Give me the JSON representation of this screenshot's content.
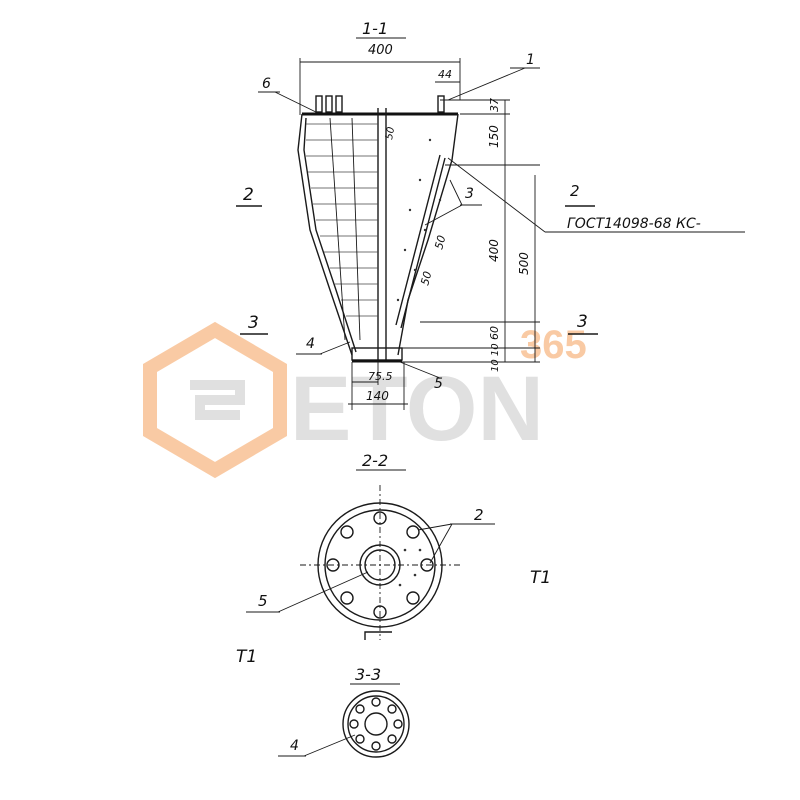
{
  "labels": {
    "section_1_1": "1-1",
    "width_400": "400",
    "dim_44": "44",
    "dim_37": "37",
    "dim_150": "150",
    "dim_400": "400",
    "dim_500": "500",
    "dim_50_top": "50",
    "dim_50": "50",
    "dim_50b": "50",
    "dim_60": "60",
    "dim_10_10": "10 10",
    "dim_75_5": "75.5",
    "dim_140": "140",
    "callout_1": "1",
    "callout_2": "2",
    "callout_2b": "2",
    "callout_3": "3",
    "callout_4": "4",
    "callout_4b": "4",
    "callout_5": "5",
    "callout_5b": "5",
    "callout_6": "6",
    "gost": "ГОСТ14098-68 КС-",
    "cut_2_left": "2",
    "cut_2_right": "2",
    "cut_3_left": "3",
    "cut_3_right": "3",
    "section_2_2": "2-2",
    "section_3_3": "3-3",
    "mark_t1_right": "Т1",
    "mark_t1_left": "Т1"
  },
  "watermark": {
    "brand": "ETON",
    "number": "365",
    "color_orange": "#f5a05a",
    "color_gray": "#c8c8c8"
  }
}
